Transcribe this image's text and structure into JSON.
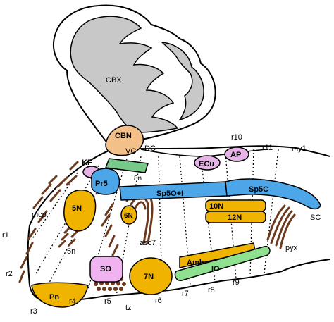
{
  "diagram": {
    "structures": {
      "cbx": "CBX",
      "cbn": "CBN",
      "vc": "VC",
      "dc": "DC",
      "kf": "KF",
      "n8": "8n",
      "pr5": "Pr5",
      "sp5oi": "Sp5O+I",
      "sp5c": "Sp5C",
      "ecu": "ECu",
      "ap": "AP",
      "n10": "10N",
      "n12": "12N",
      "n5": "5N",
      "nerve5": "5n",
      "n6": "6N",
      "asc7": "asc7",
      "so": "SO",
      "n7": "7N",
      "amb": "Amb",
      "io": "IO",
      "pn": "Pn",
      "mcp": "mcp",
      "tz": "tz",
      "sc": "SC",
      "pyx": "pyx",
      "my1": "my1"
    },
    "rhombomeres": {
      "r1": "r1",
      "r2": "r2",
      "r3": "r3",
      "r4": "r4",
      "r5": "r5",
      "r6": "r6",
      "r7": "r7",
      "r8": "r8",
      "r9": "r9",
      "r10": "r10",
      "r11": "r11"
    },
    "colors": {
      "cerebellum": "#c8c8c8",
      "cbn": "#f4c08a",
      "vc": "#77c98a",
      "kf": "#e6b3e6",
      "pr5": "#4da6e8",
      "sp5": "#4da6e8",
      "ecu": "#e6b3e6",
      "ap": "#e6b3e6",
      "motor_nuclei": "#f0b400",
      "so": "#f0b3f0",
      "io": "#8fe08f",
      "fibers": "#6b3a1e",
      "outline": "#000000"
    }
  }
}
